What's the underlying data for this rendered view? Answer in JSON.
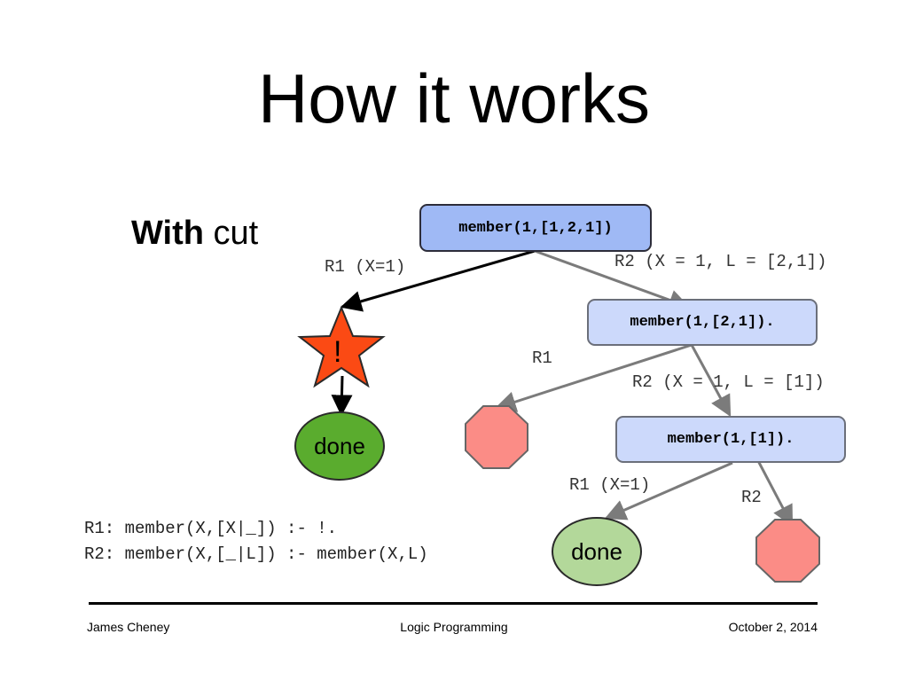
{
  "slide": {
    "title": "How it works",
    "subtitle_bold": "With",
    "subtitle_rest": " cut"
  },
  "tree": {
    "root": "member(1,[1,2,1])",
    "node2": "member(1,[2,1]).",
    "node3": "member(1,[1]).",
    "cut_symbol": "!",
    "done_label": "done",
    "edges": {
      "root_r1": "R1 (X=1)",
      "root_r2": "R2 (X = 1, L = [2,1])",
      "node2_r1": "R1",
      "node2_r2": "R2 (X = 1, L = [1])",
      "node3_r1": "R1 (X=1)",
      "node3_r2": "R2"
    }
  },
  "rules": {
    "r1": "R1: member(X,[X|_]) :- !.",
    "r2": "R2: member(X,[_|L]) :- member(X,L)"
  },
  "footer": {
    "author": "James Cheney",
    "course": "Logic Programming",
    "date": "October 2, 2014"
  },
  "colors": {
    "root_fill": "#9fb9f5",
    "node_fill": "#ccd9fb",
    "cut_star": "#fb4a14",
    "done_dark": "#5aac2e",
    "done_light": "#b3d89a",
    "fail_octagon": "#fb8c86"
  },
  "icons": [
    "star-cut-icon",
    "stop-octagon-icon"
  ]
}
